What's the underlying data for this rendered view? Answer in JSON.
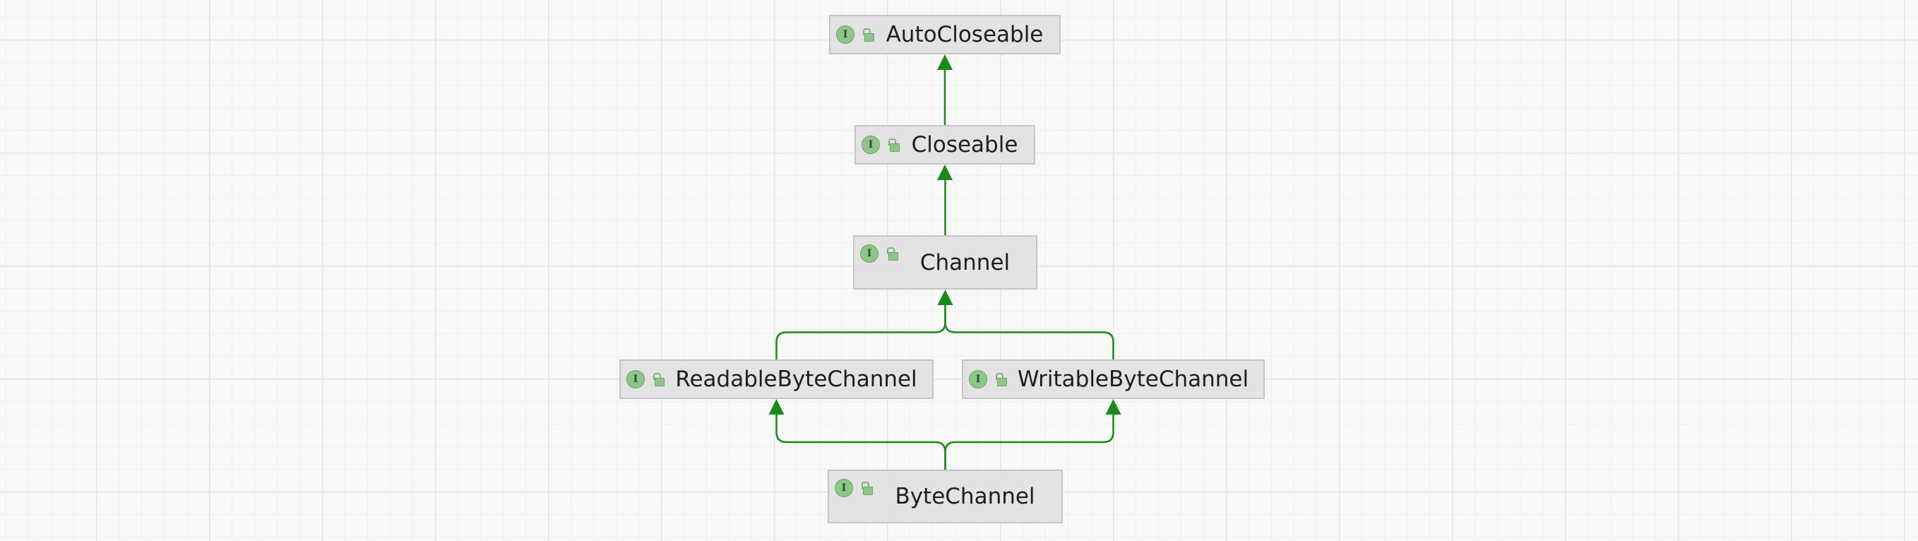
{
  "diagram": {
    "type": "class-hierarchy",
    "nodes": [
      {
        "id": "autocloseable",
        "label": "AutoCloseable",
        "kind_badge": "I",
        "icon": "interface-icon",
        "modifier_icon": "lock-open-icon"
      },
      {
        "id": "closeable",
        "label": "Closeable",
        "kind_badge": "I",
        "icon": "interface-icon",
        "modifier_icon": "lock-open-icon"
      },
      {
        "id": "channel",
        "label": "Channel",
        "kind_badge": "I",
        "icon": "interface-icon",
        "modifier_icon": "lock-open-icon"
      },
      {
        "id": "readablebytechannel",
        "label": "ReadableByteChannel",
        "kind_badge": "I",
        "icon": "interface-icon",
        "modifier_icon": "lock-open-icon"
      },
      {
        "id": "writablebytechannel",
        "label": "WritableByteChannel",
        "kind_badge": "I",
        "icon": "interface-icon",
        "modifier_icon": "lock-open-icon"
      },
      {
        "id": "bytechannel",
        "label": "ByteChannel",
        "kind_badge": "I",
        "icon": "interface-icon",
        "modifier_icon": "lock-open-icon"
      }
    ],
    "edges": [
      {
        "from": "closeable",
        "to": "autocloseable"
      },
      {
        "from": "channel",
        "to": "closeable"
      },
      {
        "from": "readablebytechannel",
        "to": "channel"
      },
      {
        "from": "writablebytechannel",
        "to": "channel"
      },
      {
        "from": "bytechannel",
        "to": "readablebytechannel"
      },
      {
        "from": "bytechannel",
        "to": "writablebytechannel"
      }
    ],
    "colors": {
      "edge": "#1a8a1a",
      "node_fill": "#e3e3e3",
      "node_border": "#c6c6c6",
      "badge": "#8fc48a"
    }
  }
}
